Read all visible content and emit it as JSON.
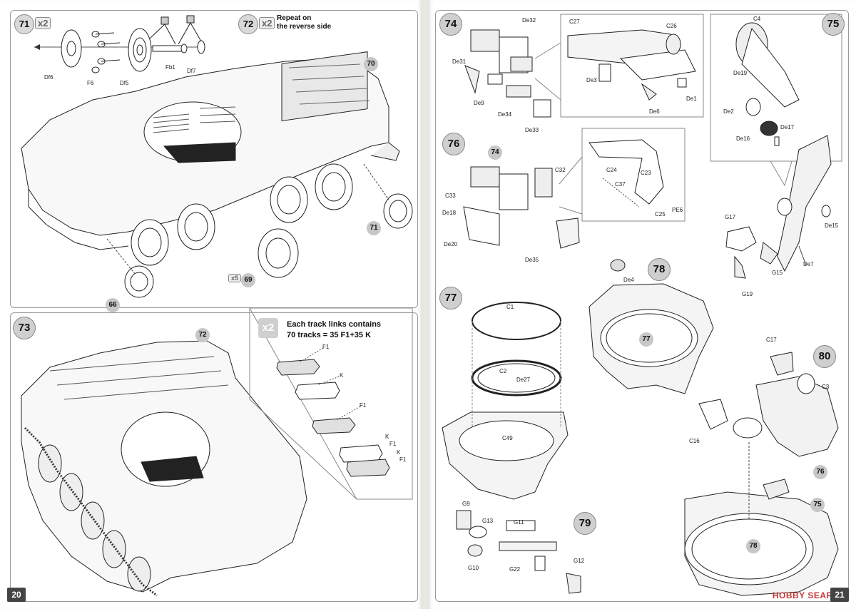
{
  "left_page": {
    "page_number": "20",
    "steps": {
      "s71": "71",
      "s72": "72",
      "s73": "73"
    },
    "multipliers": {
      "m71": "x2",
      "m72": "x2",
      "m73": "x2",
      "m69": "x5"
    },
    "reverse_note": [
      "Repeat on",
      "the reverse side"
    ],
    "refs": {
      "r70": "70",
      "r71": "71",
      "r69": "69",
      "r66": "66",
      "r72": "72"
    },
    "part_labels": {
      "Df6": "Df6",
      "F6": "F6",
      "Df5": "Df5",
      "Fb1": "Fb1",
      "Df7": "Df7"
    },
    "track_info": [
      "Each track links contains",
      "70 tracks = 35 F1+35 K"
    ],
    "track_labels": {
      "f1a": "F1",
      "k1": "K",
      "f1b": "F1",
      "k2": "K",
      "f1c": "F1",
      "k3": "K",
      "f1d": "F1"
    }
  },
  "right_page": {
    "page_number": "21",
    "steps": {
      "s74": "74",
      "s75": "75",
      "s76": "76",
      "s77": "77",
      "s78": "78",
      "s79": "79",
      "s80": "80"
    },
    "refs": {
      "r74": "74",
      "r77": "77",
      "r76": "76",
      "r75": "75",
      "r78": "78"
    },
    "labels_74": {
      "De32": "De32",
      "De31": "De31",
      "De9": "De9",
      "De34": "De34",
      "De33": "De33",
      "C27": "C27",
      "C26": "C26",
      "De3": "De3",
      "De6": "De6",
      "De1": "De1"
    },
    "labels_75": {
      "C4": "C4",
      "De19": "De19",
      "De2": "De2",
      "De16": "De16",
      "De17": "De17",
      "De15": "De15",
      "G17": "G17",
      "G15": "G15",
      "G19": "G19",
      "De7": "De7"
    },
    "labels_76": {
      "C32": "C32",
      "C33": "C33",
      "De18": "De18",
      "De20": "De20",
      "De35": "De35",
      "C24": "C24",
      "C23": "C23",
      "C37": "C37",
      "C25": "C25",
      "PE6": "PE6"
    },
    "labels_77": {
      "C1": "C1",
      "C2": "C2",
      "De27": "De27",
      "C49": "C49"
    },
    "labels_78": {
      "De4": "De4"
    },
    "labels_79": {
      "G9": "G9",
      "G13": "G13",
      "G11": "G11",
      "G10": "G10",
      "G22": "G22",
      "G12": "G12"
    },
    "labels_80": {
      "C17": "C17",
      "C3": "C3",
      "C16": "C16"
    },
    "watermark": "HOBBY SEARCH"
  }
}
